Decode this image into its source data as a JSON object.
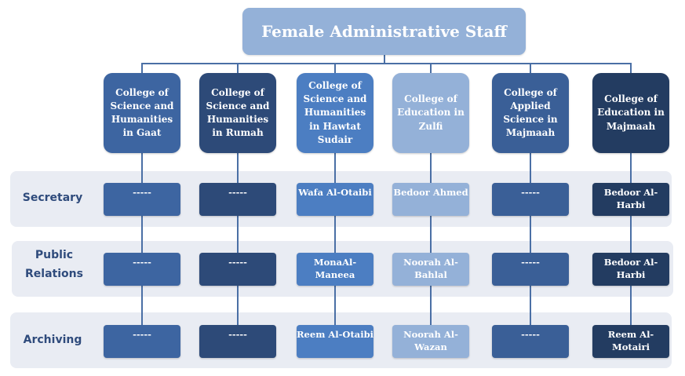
{
  "title": "Female Administrative Staff",
  "colors": {
    "title_fill": "#94b1d8",
    "band_fill": "#e9ecf3",
    "row_label": "#2f4b7c",
    "connector": "#4a6fa5"
  },
  "columns": [
    {
      "label": "College of Science and Humanities in Gaat",
      "color": "#3d65a1"
    },
    {
      "label": "College of Science and Humanities in Rumah",
      "color": "#2d4a78"
    },
    {
      "label": "College of Science and Humanities in Hawtat Sudair",
      "color": "#4c7ec2"
    },
    {
      "label": "College of Education in Zulfi",
      "color": "#94b1d8"
    },
    {
      "label": "College of Applied Science in Majmaah",
      "color": "#3a5f97"
    },
    {
      "label": "College of Education in Majmaah",
      "color": "#233c61"
    }
  ],
  "rows": [
    {
      "label": "Secretary",
      "values": [
        "-----",
        "-----",
        "Wafa Al-Otaibi",
        "Bedoor Ahmed",
        "-----",
        "Bedoor Al-Harbi"
      ]
    },
    {
      "label": "Public Relations",
      "values": [
        "-----",
        "-----",
        "MonaAl-Maneea",
        "Noorah Al-Bahlal",
        "-----",
        "Bedoor Al-Harbi"
      ]
    },
    {
      "label": "Archiving",
      "values": [
        "-----",
        "-----",
        "Reem Al-Otaibi",
        "Noorah Al-Wazan",
        "-----",
        "Reem Al-Motairi"
      ]
    }
  ]
}
